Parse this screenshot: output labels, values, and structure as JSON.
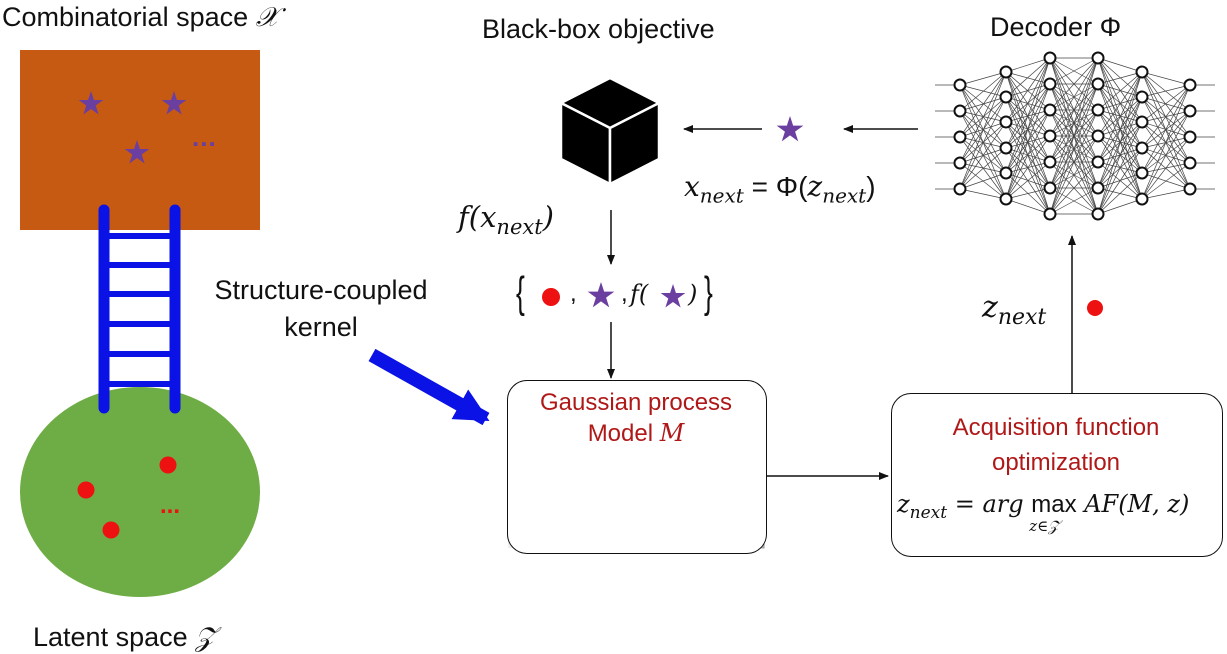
{
  "combinatorial": {
    "label": "Combinatorial space",
    "symbol": "𝒳",
    "ellipsis": "..."
  },
  "latent": {
    "label": "Latent space",
    "symbol": "𝒵",
    "ellipsis": "..."
  },
  "kernel": {
    "line1": "Structure-coupled",
    "line2": "kernel"
  },
  "blackbox": {
    "title": "Black-box objective"
  },
  "decoder": {
    "label": "Decoder",
    "symbol": "Φ"
  },
  "eqs": {
    "x_next": "x",
    "x_next_sub": "next",
    "decode_rhs": " = Φ(",
    "z_sym": "z",
    "z_next_sub": "next",
    "close": ")",
    "f_of": "f(",
    "f_close": ")",
    "set_open": "{",
    "set_close": "}",
    "comma": ",",
    "f_star": "f(",
    "f_star_close": ")"
  },
  "gp": {
    "title1": "Gaussian process",
    "title2": "Model",
    "model_symbol": "M"
  },
  "acq": {
    "title1": "Acquisition function",
    "title2": "optimization",
    "eq_lhs": "z",
    "eq_lhs_sub": "next",
    "eq_mid": " = arg ",
    "eq_max": "max",
    "eq_under": "z∈𝒵",
    "eq_rhs": " AF(M, z)"
  },
  "colors": {
    "orange": "#c65a13",
    "green": "#6ead45",
    "blue": "#0a12e6",
    "purple": "#6a3fa0",
    "red": "#ee1111",
    "darkred": "#b01818"
  }
}
